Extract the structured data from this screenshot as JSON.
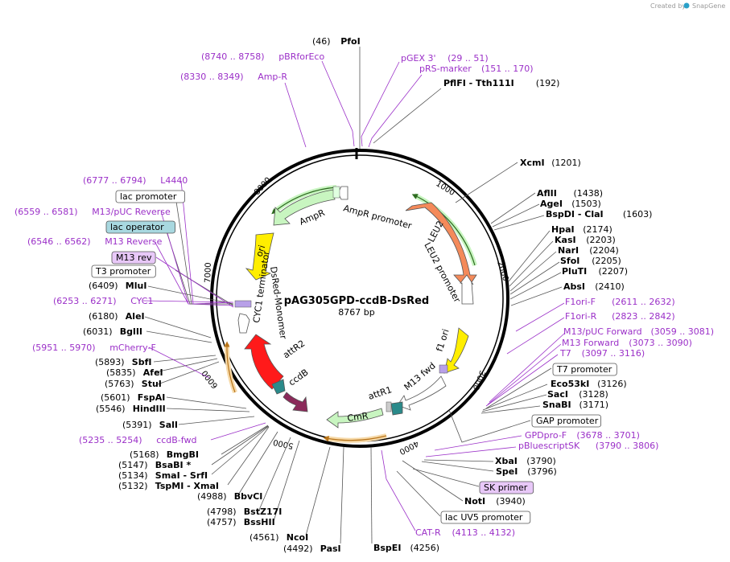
{
  "plasmid": {
    "name": "pAG305GPD-ccdB-DsRed",
    "size_label": "8767 bp",
    "length": 8767
  },
  "credit": {
    "prefix": "Created by",
    "brand": "SnapGene"
  },
  "colors": {
    "site": "#000000",
    "primer": "#9b30c8",
    "backbone": "#000000",
    "amp_arrow": "#c8f5c0",
    "leu2_arrow": "#f48a5a",
    "ori_arrow": "#ffee00",
    "f1ori_arrow": "#ffee00",
    "dsred_arrow": "#ff1a1a",
    "ccdb_arrow": "#8b2a5a",
    "attr_arrow": "#2a8a8a",
    "cmr_arrow": "#c8f5c0",
    "promoter_arrow": "#ffffff",
    "primer_arc": "#f0a830",
    "primer_arc_green": "#6ab04c"
  },
  "ticks": [
    {
      "label": "1000"
    },
    {
      "label": "2000"
    },
    {
      "label": "3000"
    },
    {
      "label": "4000"
    },
    {
      "label": "5000"
    },
    {
      "label": "6000"
    },
    {
      "label": "7000"
    },
    {
      "label": "8000"
    }
  ],
  "features": [
    {
      "name": "AmpR promoter"
    },
    {
      "name": "AmpR"
    },
    {
      "name": "LEU2"
    },
    {
      "name": "LEU2 promoter"
    },
    {
      "name": "ori"
    },
    {
      "name": "CYC1 terminator"
    },
    {
      "name": "DsRed-Monomer"
    },
    {
      "name": "attR2"
    },
    {
      "name": "ccdB"
    },
    {
      "name": "f1 ori"
    },
    {
      "name": "M13 fwd"
    },
    {
      "name": "attR1"
    },
    {
      "name": "CmR"
    }
  ],
  "labels": [
    {
      "id": "pfoi",
      "pos": "(46)",
      "name": "PfoI",
      "kind": "site"
    },
    {
      "id": "pbrforeco",
      "pos": "(8740 .. 8758)",
      "name": "pBRforEco",
      "kind": "primer"
    },
    {
      "id": "pgex3",
      "pos": "(29 .. 51)",
      "name": "pGEX 3'",
      "kind": "primer"
    },
    {
      "id": "prsmarker",
      "pos": "(151 .. 170)",
      "name": "pRS-marker",
      "kind": "primer"
    },
    {
      "id": "ampr-primer",
      "pos": "(8330 .. 8349)",
      "name": "Amp-R",
      "kind": "primer"
    },
    {
      "id": "pflfi",
      "pos": "(192)",
      "name": "PflFI  - Tth111I",
      "kind": "site"
    },
    {
      "id": "xcmi",
      "pos": "(1201)",
      "name": "XcmI",
      "kind": "site"
    },
    {
      "id": "aflii",
      "pos": "(1438)",
      "name": "AflII",
      "kind": "site"
    },
    {
      "id": "agei",
      "pos": "(1503)",
      "name": "AgeI",
      "kind": "site"
    },
    {
      "id": "bspdi",
      "pos": "(1603)",
      "name": "BspDI  - ClaI",
      "kind": "site"
    },
    {
      "id": "hpai",
      "pos": "(2174)",
      "name": "HpaI",
      "kind": "site"
    },
    {
      "id": "kasi",
      "pos": "(2203)",
      "name": "KasI",
      "kind": "site"
    },
    {
      "id": "nari",
      "pos": "(2204)",
      "name": "NarI",
      "kind": "site"
    },
    {
      "id": "sfoi",
      "pos": "(2205)",
      "name": "SfoI",
      "kind": "site"
    },
    {
      "id": "pluti",
      "pos": "(2207)",
      "name": "PluTI",
      "kind": "site"
    },
    {
      "id": "absi",
      "pos": "(2410)",
      "name": "AbsI",
      "kind": "site"
    },
    {
      "id": "f1orif",
      "pos": "(2611 .. 2632)",
      "name": "F1ori-F",
      "kind": "primer"
    },
    {
      "id": "f1orir",
      "pos": "(2823 .. 2842)",
      "name": "F1ori-R",
      "kind": "primer"
    },
    {
      "id": "m13pucfwd",
      "pos": "(3059 .. 3081)",
      "name": "M13/pUC Forward",
      "kind": "primer"
    },
    {
      "id": "m13fwd",
      "pos": "(3073 .. 3090)",
      "name": "M13 Forward",
      "kind": "primer"
    },
    {
      "id": "t7",
      "pos": "(3097 .. 3116)",
      "name": "T7",
      "kind": "primer"
    },
    {
      "id": "t7prom",
      "pos": "",
      "name": "T7 promoter",
      "kind": "box"
    },
    {
      "id": "eco53ki",
      "pos": "(3126)",
      "name": "Eco53kI",
      "kind": "site"
    },
    {
      "id": "saci",
      "pos": "(3128)",
      "name": "SacI",
      "kind": "site"
    },
    {
      "id": "snabi",
      "pos": "(3171)",
      "name": "SnaBI",
      "kind": "site"
    },
    {
      "id": "gapprom",
      "pos": "",
      "name": "GAP promoter",
      "kind": "box"
    },
    {
      "id": "gpdprof",
      "pos": "(3678 .. 3701)",
      "name": "GPDpro-F",
      "kind": "primer"
    },
    {
      "id": "pbluescriptsk",
      "pos": "(3790 .. 3806)",
      "name": "pBluescriptSK",
      "kind": "primer"
    },
    {
      "id": "xbai",
      "pos": "(3790)",
      "name": "XbaI",
      "kind": "site"
    },
    {
      "id": "spei",
      "pos": "(3796)",
      "name": "SpeI",
      "kind": "site"
    },
    {
      "id": "skprimer",
      "pos": "",
      "name": "SK primer",
      "kind": "box-purple"
    },
    {
      "id": "noti",
      "pos": "(3940)",
      "name": "NotI",
      "kind": "site"
    },
    {
      "id": "lacuv5",
      "pos": "",
      "name": "lac UV5 promoter",
      "kind": "box"
    },
    {
      "id": "catr",
      "pos": "(4113 .. 4132)",
      "name": "CAT-R",
      "kind": "primer"
    },
    {
      "id": "bspei",
      "pos": "(4256)",
      "name": "BspEI",
      "kind": "site"
    },
    {
      "id": "pasi",
      "pos": "(4492)",
      "name": "PasI",
      "kind": "site"
    },
    {
      "id": "ncoi",
      "pos": "(4561)",
      "name": "NcoI",
      "kind": "site"
    },
    {
      "id": "bsshii",
      "pos": "(4757)",
      "name": "BssHII",
      "kind": "site"
    },
    {
      "id": "bstz17i",
      "pos": "(4798)",
      "name": "BstZ17I",
      "kind": "site"
    },
    {
      "id": "bbvci",
      "pos": "(4988)",
      "name": "BbvCI",
      "kind": "site"
    },
    {
      "id": "tspmi",
      "pos": "(5132)",
      "name": "TspMI  - XmaI",
      "kind": "site"
    },
    {
      "id": "smai",
      "pos": "(5134)",
      "name": "SmaI  - SrfI",
      "kind": "site"
    },
    {
      "id": "bsabi",
      "pos": "(5147)",
      "name": "BsaBI *",
      "kind": "site"
    },
    {
      "id": "bmgbi",
      "pos": "(5168)",
      "name": "BmgBI",
      "kind": "site"
    },
    {
      "id": "ccdbfwd",
      "pos": "(5235 .. 5254)",
      "name": "ccdB-fwd",
      "kind": "primer"
    },
    {
      "id": "sali",
      "pos": "(5391)",
      "name": "SalI",
      "kind": "site"
    },
    {
      "id": "hindiii",
      "pos": "(5546)",
      "name": "HindIII",
      "kind": "site"
    },
    {
      "id": "fspai",
      "pos": "(5601)",
      "name": "FspAI",
      "kind": "site"
    },
    {
      "id": "stui",
      "pos": "(5763)",
      "name": "StuI",
      "kind": "site"
    },
    {
      "id": "afei",
      "pos": "(5835)",
      "name": "AfeI",
      "kind": "site"
    },
    {
      "id": "sbfi",
      "pos": "(5893)",
      "name": "SbfI",
      "kind": "site"
    },
    {
      "id": "mcherryf",
      "pos": "(5951 .. 5970)",
      "name": "mCherry-F",
      "kind": "primer"
    },
    {
      "id": "bglii",
      "pos": "(6031)",
      "name": "BglII",
      "kind": "site"
    },
    {
      "id": "alei",
      "pos": "(6180)",
      "name": "AleI",
      "kind": "site"
    },
    {
      "id": "cyc1",
      "pos": "(6253 .. 6271)",
      "name": "CYC1",
      "kind": "primer"
    },
    {
      "id": "mlui",
      "pos": "(6409)",
      "name": "MluI",
      "kind": "site"
    },
    {
      "id": "t3prom",
      "pos": "",
      "name": "T3 promoter",
      "kind": "box"
    },
    {
      "id": "m13rev",
      "pos": "",
      "name": "M13 rev",
      "kind": "box-purple"
    },
    {
      "id": "m13reverse",
      "pos": "(6546 .. 6562)",
      "name": "M13 Reverse",
      "kind": "primer"
    },
    {
      "id": "lacop",
      "pos": "",
      "name": "lac operator",
      "kind": "box-teal"
    },
    {
      "id": "m13pucrev",
      "pos": "(6559 .. 6581)",
      "name": "M13/pUC Reverse",
      "kind": "primer"
    },
    {
      "id": "lacprom",
      "pos": "",
      "name": "lac promoter",
      "kind": "box"
    },
    {
      "id": "l4440",
      "pos": "(6777 .. 6794)",
      "name": "L4440",
      "kind": "primer"
    }
  ]
}
